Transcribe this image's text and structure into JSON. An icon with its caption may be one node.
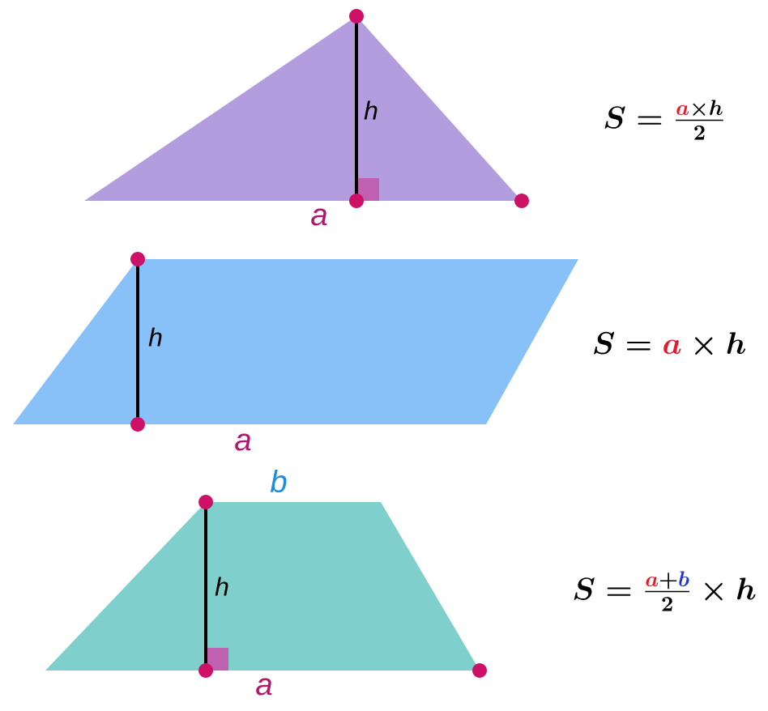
{
  "diagram": {
    "nodes": [
      {
        "text": [
          "h"
        ],
        "beside": [
          "a"
        ]
      },
      {
        "text": [
          "h"
        ],
        "beside": [
          "a"
        ]
      },
      {
        "text": [
          "h"
        ],
        "beside": [
          "b",
          "a"
        ]
      }
    ],
    "labels": [
      "S = \\frac{\\textcolor{va}{a} \\times h}{2}",
      "S = \\textcolor{va}{a} \\times h",
      "S = \\frac{\\textcolor{va}{a} + \\textcolor{vb}{b}}{2} \\times h"
    ]
  }
}
